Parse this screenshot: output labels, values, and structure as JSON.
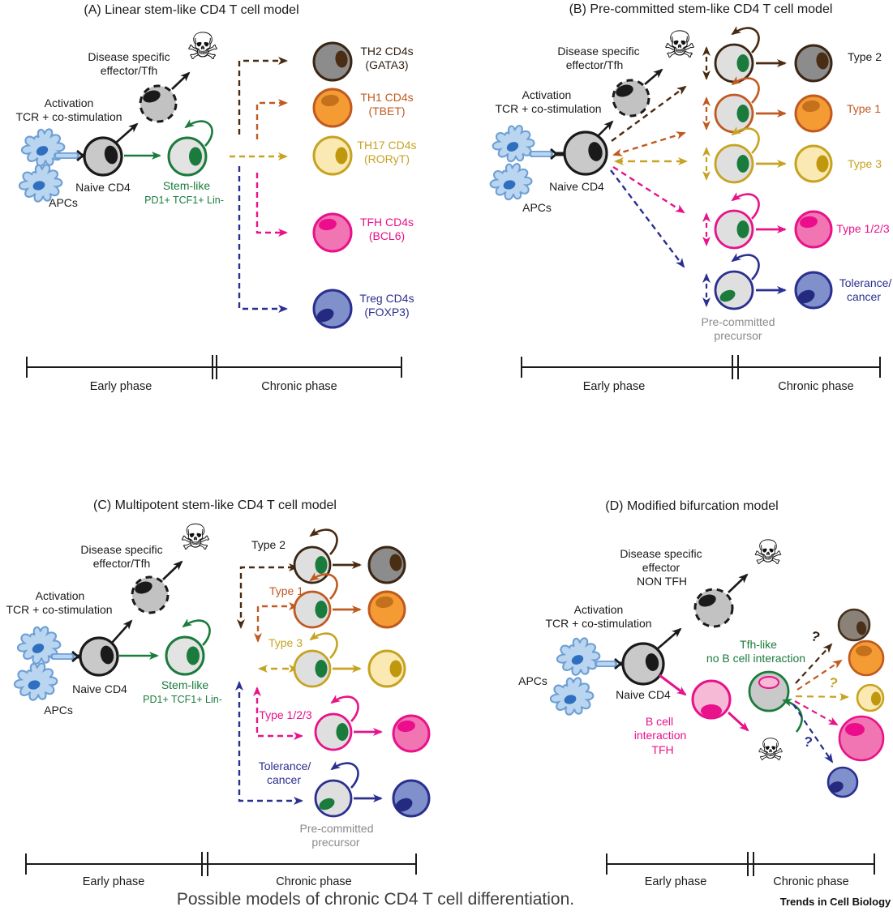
{
  "caption": "Possible models of chronic CD4 T cell differentiation.",
  "journal": "Trends in Cell Biology",
  "glyphs": {
    "skull": "☠",
    "qmark": "?"
  },
  "palette": {
    "ink": "#1a1a1a",
    "green": "#1B7B3C",
    "brown": "#4A2A10",
    "brown_dark": "#3A2613",
    "brown_text": "#2F1D0E",
    "brown_nucleus": "#4A2E14",
    "rust": "#C05A21",
    "gold": "#C7A322",
    "gold_dark": "#BF980E",
    "pink": "#E8128A",
    "pink_fill": "#F175B2",
    "pink_light": "#F7BAD6",
    "pink_deep": "#EC0D8C",
    "navy": "#2B2F8F",
    "blue_fill": "#8090CB",
    "blue_dark": "#232A80",
    "gray_cell": "#C9C9C9",
    "gray_eff": "#C2C2C2",
    "gray_stem": "#E3E3E3",
    "gray_prec": "#DFDFDF",
    "gray_th2": "#8C8C8C",
    "gray_text": "#8A8A8A",
    "orange": "#F59B33",
    "orange_nuc": "#C4701C",
    "yellow": "#FBE9B3",
    "apc_fill": "#B9D5F0",
    "apc_edge": "#6E9FD4",
    "apc_nuc": "#2E6FC0",
    "taupe": "#8A8178",
    "taupe_edge": "#42301C",
    "taupe_nuc": "#4A3018",
    "captext": "#3D3D3D",
    "white": "#FFFFFF"
  },
  "shared": {
    "early": "Early phase",
    "chronic": "Chronic phase",
    "activation1": "Activation",
    "activation2": "TCR + co-stimulation",
    "apcs": "APCs",
    "naive": "Naive CD4",
    "stem1": "Stem-like",
    "stem2": "PD1+ TCF1+ Lin-",
    "effector1": "Disease specific",
    "effector2": "effector/Tfh",
    "precommitted1": "Pre-committed",
    "precommitted2": "precursor"
  },
  "panelA": {
    "title": "(A) Linear stem-like CD4 T cell model",
    "fates": [
      {
        "name": "TH2 CD4s",
        "gene": "(GATA3)"
      },
      {
        "name": "TH1 CD4s",
        "gene": "(TBET)"
      },
      {
        "name": "TH17 CD4s",
        "gene": "(RORyT)"
      },
      {
        "name": "TFH CD4s",
        "gene": "(BCL6)"
      },
      {
        "name": "Treg CD4s",
        "gene": "(FOXP3)"
      }
    ]
  },
  "panelB": {
    "title": "(B) Pre-committed stem-like CD4 T cell model",
    "types": [
      "Type 2",
      "Type 1",
      "Type 3",
      "Type 1/2/3"
    ],
    "tolerance1": "Tolerance/",
    "tolerance2": "cancer"
  },
  "panelC": {
    "title": "(C) Multipotent stem-like CD4 T cell model",
    "types": [
      "Type 2",
      "Type 1",
      "Type 3",
      "Type 1/2/3"
    ],
    "tolerance1": "Tolerance/",
    "tolerance2": "cancer"
  },
  "panelD": {
    "title": "(D) Modified bifurcation model",
    "effector1": "Disease specific",
    "effector2": "effector",
    "effector3": "NON TFH",
    "tfhlike1": "Tfh-like",
    "tfhlike2": "no B cell interaction",
    "bcell1": "B cell",
    "bcell2": "interaction",
    "bcell3": "TFH"
  }
}
